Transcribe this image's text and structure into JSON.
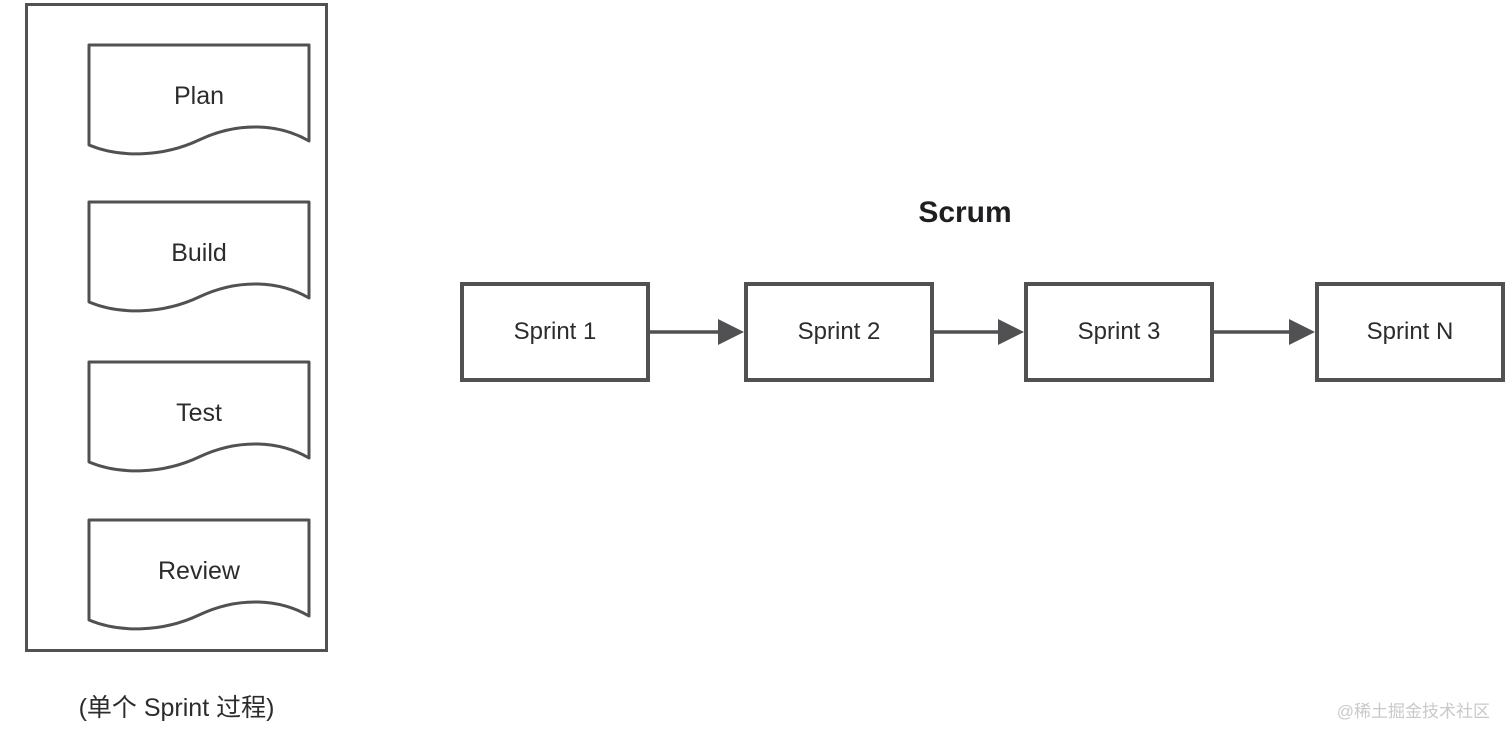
{
  "sprint_process": {
    "caption": "(单个 Sprint 过程)",
    "steps": [
      {
        "label": "Plan"
      },
      {
        "label": "Build"
      },
      {
        "label": "Test"
      },
      {
        "label": "Review"
      }
    ]
  },
  "scrum": {
    "title": "Scrum",
    "sprints": [
      {
        "label": "Sprint 1"
      },
      {
        "label": "Sprint 2"
      },
      {
        "label": "Sprint 3"
      },
      {
        "label": "Sprint N"
      }
    ]
  },
  "watermark": {
    "text": "@稀土掘金技术社区"
  },
  "colors": {
    "stroke": "#515154",
    "text": "#2c2c2e",
    "title": "#1f1f21",
    "watermark": "#c9c9cc",
    "background": "#ffffff"
  }
}
